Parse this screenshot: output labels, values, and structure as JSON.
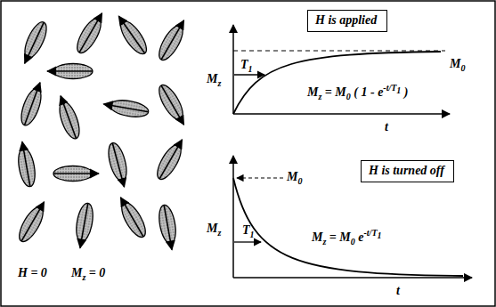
{
  "diagram": {
    "nodes": [
      {
        "text": [
          "H is applied"
        ]
      },
      {
        "text": [
          "H is turned off"
        ]
      }
    ],
    "labels": [
      "H = 0",
      "Mz = 0",
      "M0",
      "T1",
      "Mz",
      "Mz = M0 ( 1 - e-t/T1 )",
      "t",
      "M0",
      "Mz",
      "T1",
      "Mz = M0 e-t/T1",
      "t"
    ]
  }
}
